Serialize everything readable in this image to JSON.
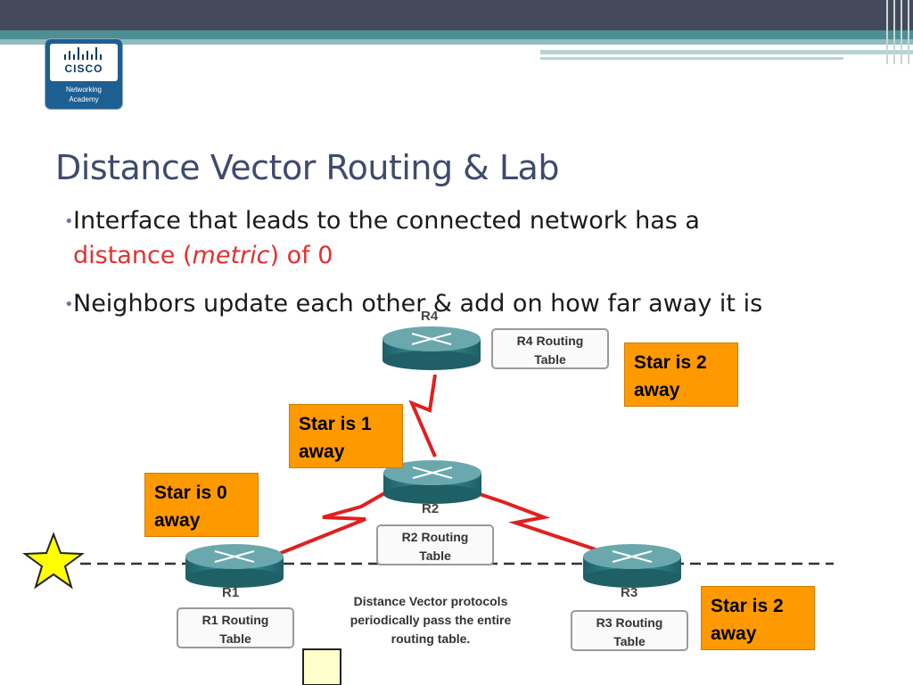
{
  "logo": {
    "brand": "CISCO",
    "line1": "Networking",
    "line2": "Academy"
  },
  "title": "Distance Vector Routing & Lab",
  "bullets": {
    "b1_part1": "Interface that leads to the connected network has a",
    "b1_red1": "distance (",
    "b1_italic": "metric",
    "b1_red2": ") of 0",
    "b2": "Neighbors update each other & add on how far away it is"
  },
  "routers": {
    "r1": {
      "label": "R1",
      "table_line1": "R1 Routing",
      "table_line2": "Table"
    },
    "r2": {
      "label": "R2",
      "table_line1": "R2 Routing",
      "table_line2": "Table"
    },
    "r3": {
      "label": "R3",
      "table_line1": "R3 Routing",
      "table_line2": "Table"
    },
    "r4": {
      "label": "R4",
      "table_line1": "R4 Routing",
      "table_line2": "Table"
    }
  },
  "callouts": {
    "c0_line1": "Star is 0",
    "c0_line2": "away",
    "c1_line1": "Star is 1",
    "c1_line2": "away",
    "c2a_line1": "Star is 2",
    "c2a_line2": "away",
    "c2b_line1": "Star is 2",
    "c2b_line2": "away"
  },
  "note": {
    "line1": "Distance Vector protocols",
    "line2": "periodically pass the entire",
    "line3": "routing table."
  },
  "colors": {
    "title": "#3f4b6b",
    "accent_red": "#e3302f",
    "callout_fill": "#ff9900",
    "link_red": "#e02020",
    "router_teal": "#2f7f86",
    "star_fill": "#ffff00"
  }
}
